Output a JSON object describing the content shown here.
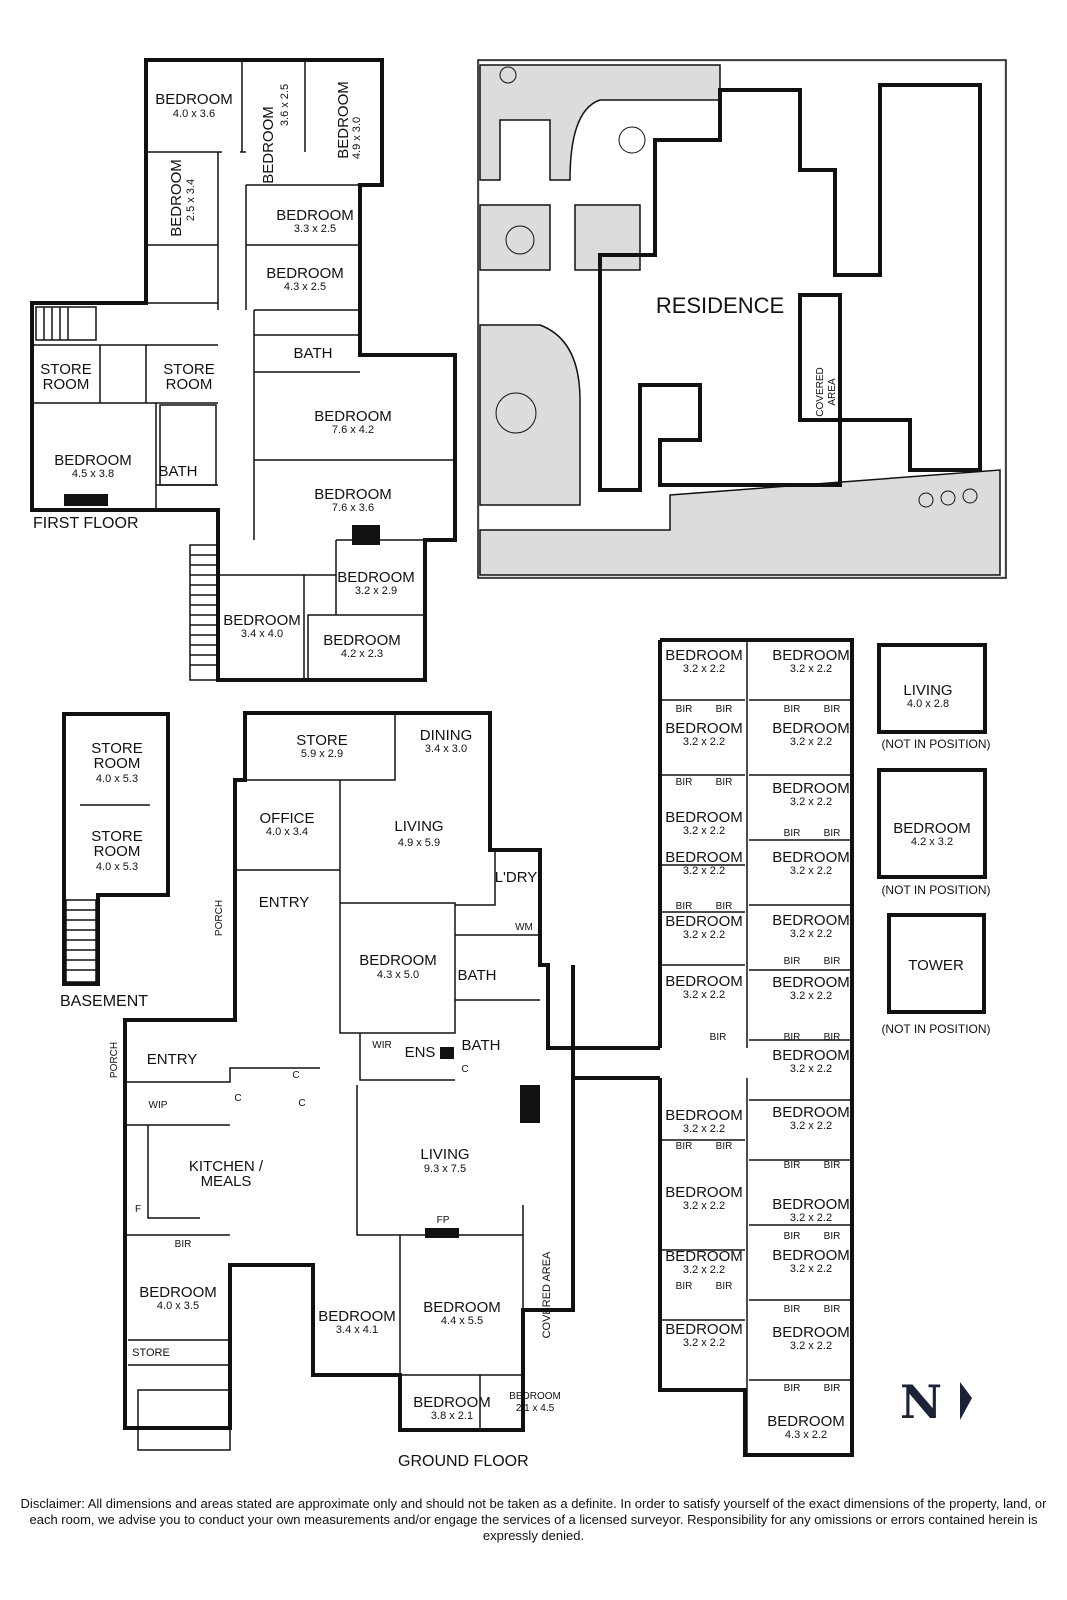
{
  "first_floor": {
    "label": "FIRST FLOOR",
    "rooms": [
      {
        "name": "BEDROOM",
        "dims": "4.0 x 3.6"
      },
      {
        "name": "BEDROOM",
        "dims": "3.6 x 2.5"
      },
      {
        "name": "BEDROOM",
        "dims": "4.9 x 3.0"
      },
      {
        "name": "BEDROOM",
        "dims": "2.5 x 3.4"
      },
      {
        "name": "BEDROOM",
        "dims": "3.3 x 2.5"
      },
      {
        "name": "BEDROOM",
        "dims": "4.3 x 2.5"
      },
      {
        "name": "BATH",
        "dims": ""
      },
      {
        "name": "STORE ROOM",
        "dims": ""
      },
      {
        "name": "STORE ROOM",
        "dims": ""
      },
      {
        "name": "BEDROOM",
        "dims": "4.5 x 3.8"
      },
      {
        "name": "BATH",
        "dims": ""
      },
      {
        "name": "BEDROOM",
        "dims": "7.6 x 4.2"
      },
      {
        "name": "BEDROOM",
        "dims": "7.6 x 3.6"
      },
      {
        "name": "BEDROOM",
        "dims": "3.2 x 2.9"
      },
      {
        "name": "BEDROOM",
        "dims": "3.4 x 4.0"
      },
      {
        "name": "BEDROOM",
        "dims": "4.2 x 2.3"
      }
    ]
  },
  "site": {
    "residence": "RESIDENCE",
    "covered_area": [
      "COVERED",
      "AREA"
    ]
  },
  "basement": {
    "label": "BASEMENT",
    "rooms": [
      {
        "name": "STORE ROOM",
        "dims": "4.0 x 5.3"
      },
      {
        "name": "STORE ROOM",
        "dims": "4.0 x 5.3"
      }
    ]
  },
  "ground_floor": {
    "label": "GROUND FLOOR",
    "rooms": [
      {
        "name": "STORE",
        "dims": "5.9 x 2.9"
      },
      {
        "name": "DINING",
        "dims": "3.4 x 3.0"
      },
      {
        "name": "OFFICE",
        "dims": "4.0 x 3.4"
      },
      {
        "name": "LIVING",
        "dims": "4.9 x 5.9"
      },
      {
        "name": "PORCH",
        "dims": ""
      },
      {
        "name": "ENTRY",
        "dims": ""
      },
      {
        "name": "L'DRY",
        "dims": ""
      },
      {
        "name": "WM",
        "dims": ""
      },
      {
        "name": "BEDROOM",
        "dims": "4.3 x 5.0"
      },
      {
        "name": "BATH",
        "dims": ""
      },
      {
        "name": "WIR",
        "dims": ""
      },
      {
        "name": "ENS",
        "dims": ""
      },
      {
        "name": "BATH",
        "dims": ""
      },
      {
        "name": "PORCH",
        "dims": ""
      },
      {
        "name": "ENTRY",
        "dims": ""
      },
      {
        "name": "WIP",
        "dims": ""
      },
      {
        "name": "KITCHEN /",
        "dims": "MEALS"
      },
      {
        "name": "LIVING",
        "dims": "9.3 x 7.5"
      },
      {
        "name": "FP",
        "dims": ""
      },
      {
        "name": "BIR",
        "dims": ""
      },
      {
        "name": "BEDROOM",
        "dims": "4.0 x 3.5"
      },
      {
        "name": "STORE",
        "dims": ""
      },
      {
        "name": "BEDROOM",
        "dims": "3.4 x 4.1"
      },
      {
        "name": "BEDROOM",
        "dims": "4.4 x 5.5"
      },
      {
        "name": "COVERED AREA",
        "dims": ""
      },
      {
        "name": "BEDROOM",
        "dims": "3.8 x 2.1"
      },
      {
        "name": "BEDROOM",
        "dims": "2.1 x 4.5"
      }
    ],
    "small_marks": [
      "C",
      "C",
      "C",
      "C",
      "F"
    ]
  },
  "wing": {
    "room_name": "BEDROOM",
    "room_dims": "3.2 x 2.2",
    "bir": "BIR",
    "last_room": {
      "name": "BEDROOM",
      "dims": "4.3 x 2.2"
    }
  },
  "outbuildings": [
    {
      "name": "LIVING",
      "dims": "4.0 x 2.8",
      "note": "(NOT IN POSITION)"
    },
    {
      "name": "BEDROOM",
      "dims": "4.2 x 3.2",
      "note": "(NOT IN POSITION)"
    },
    {
      "name": "TOWER",
      "dims": "",
      "note": "(NOT IN POSITION)"
    }
  ],
  "north_label": "N",
  "disclaimer": "Disclaimer: All dimensions and areas stated are approximate only and should not be taken as a definite. In order to satisfy yourself of the exact dimensions of the property, land, or each room, we advise you to conduct your own measurements and/or engage the services of a licensed surveyor. Responsibility for any omissions or errors contained herein is expressly denied."
}
